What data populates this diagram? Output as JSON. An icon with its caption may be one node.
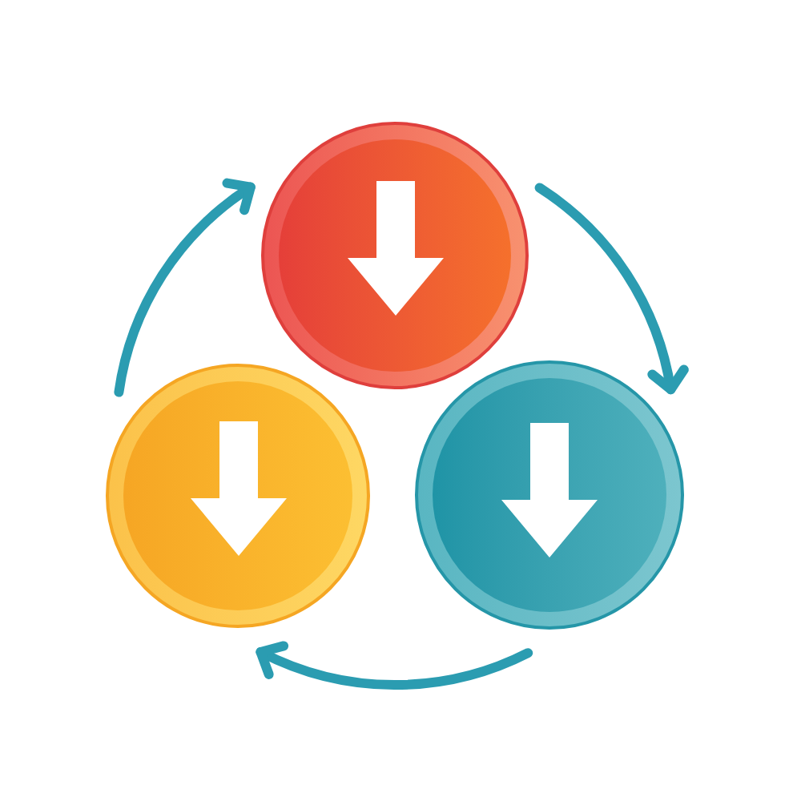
{
  "diagram": {
    "nodes": [
      {
        "text": [],
        "shape": "circle"
      },
      {
        "text": [],
        "shape": "circle"
      },
      {
        "text": [],
        "shape": "circle"
      }
    ],
    "edges": [
      {
        "from": 1,
        "to": 0,
        "arrow": "to"
      },
      {
        "from": 0,
        "to": 2,
        "arrow": "to"
      },
      {
        "from": 2,
        "to": 1,
        "arrow": "to"
      }
    ]
  }
}
